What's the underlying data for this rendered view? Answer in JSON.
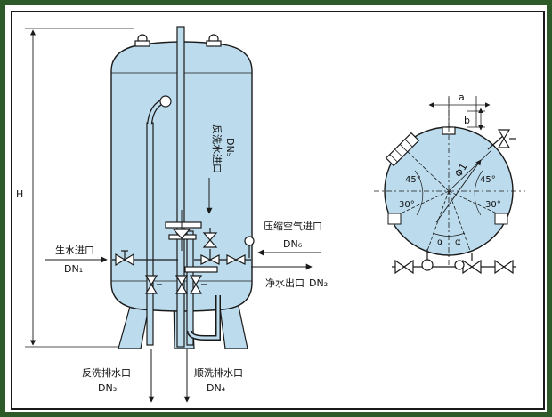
{
  "labels": {
    "H": "H",
    "raw_inlet_cn": "生水进口",
    "raw_inlet_dn": "DN₁",
    "backwash_in_cn": "反洗水进口",
    "backwash_in_dn": "DN₅",
    "air_in_cn": "压缩空气进口",
    "air_in_dn": "DN₆",
    "clean_out_cn": "净水出口",
    "clean_out_dn": "DN₂",
    "backwash_drain_cn": "反洗排水口",
    "backwash_drain_dn": "DN₃",
    "forward_drain_cn": "顺洗排水口",
    "forward_drain_dn": "DN₄",
    "dim_a": "a",
    "dim_b": "b",
    "phi": "Φ1",
    "angle_45_left": "45°",
    "angle_45_right": "45°",
    "angle_30_left": "30°",
    "angle_30_right": "30°",
    "alpha_left": "α",
    "alpha_right": "α"
  },
  "colors": {
    "tank_fill": "#bcdcee",
    "line": "#1a1a1a",
    "border_outer": "#2e5a2a"
  }
}
